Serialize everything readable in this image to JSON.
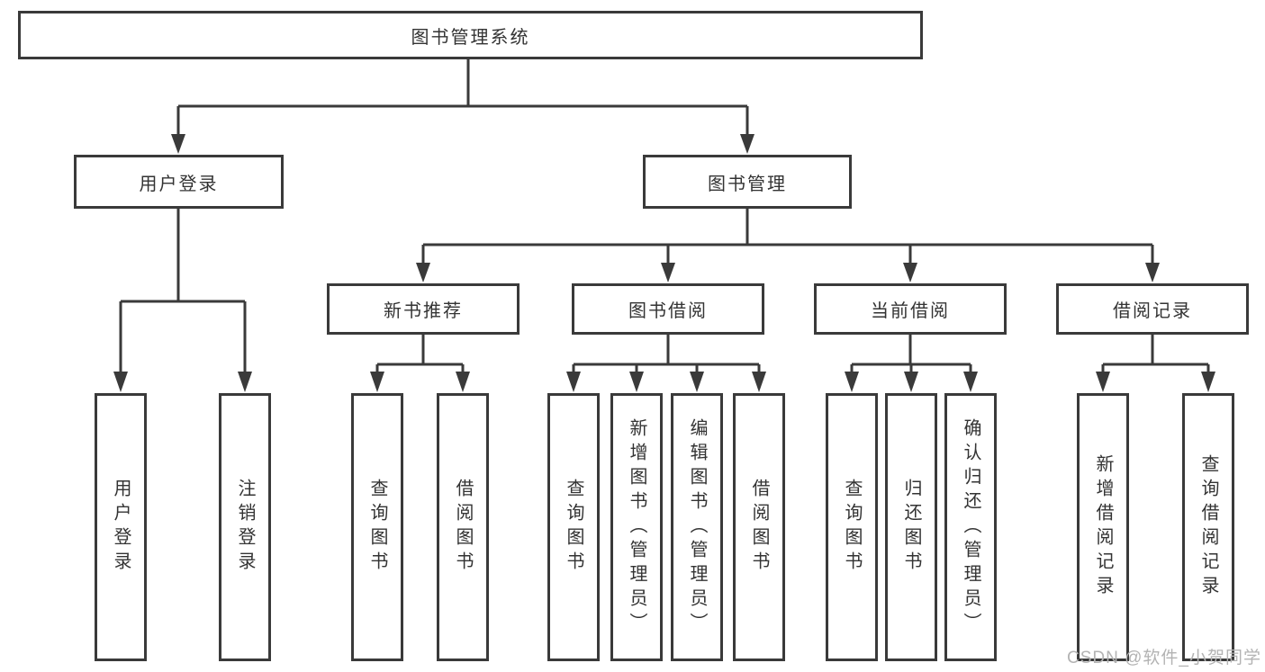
{
  "diagram": {
    "type": "hierarchy-tree",
    "root": {
      "label": "图书管理系统",
      "children": [
        {
          "label": "用户登录",
          "children": [
            {
              "label": "用户登录"
            },
            {
              "label": "注销登录"
            }
          ]
        },
        {
          "label": "图书管理",
          "children": [
            {
              "label": "新书推荐",
              "children": [
                {
                  "label": "查询图书"
                },
                {
                  "label": "借阅图书"
                }
              ]
            },
            {
              "label": "图书借阅",
              "children": [
                {
                  "label": "查询图书"
                },
                {
                  "label": "新增图书（管理员）"
                },
                {
                  "label": "编辑图书（管理员）"
                },
                {
                  "label": "借阅图书"
                }
              ]
            },
            {
              "label": "当前借阅",
              "children": [
                {
                  "label": "查询图书"
                },
                {
                  "label": "归还图书"
                },
                {
                  "label": "确认归还（管理员）"
                }
              ]
            },
            {
              "label": "借阅记录",
              "children": [
                {
                  "label": "新增借阅记录"
                },
                {
                  "label": "查询借阅记录"
                }
              ]
            }
          ]
        }
      ]
    }
  },
  "watermark": {
    "text": "CSDN @软件_小贺同学"
  },
  "colors": {
    "line": "#3a3a3a",
    "box_border": "#3a3a3a",
    "box_fill": "#ffffff",
    "text": "#333333",
    "watermark": "#b3b3b3",
    "background": "#ffffff"
  }
}
